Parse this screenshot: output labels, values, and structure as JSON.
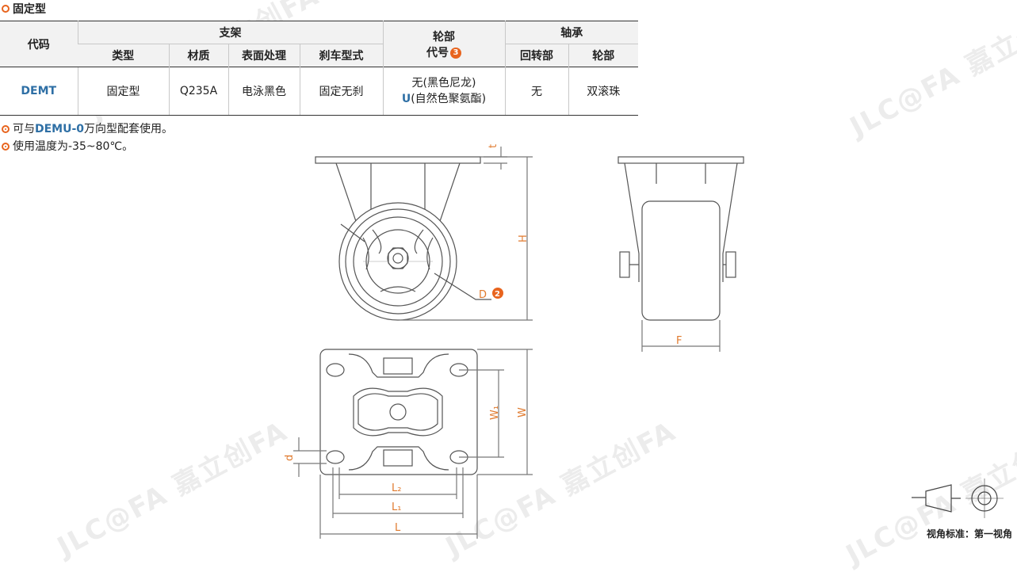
{
  "section_title": "固定型",
  "table": {
    "headers": {
      "code": "代码",
      "bracket": "支架",
      "wheel_code_line1": "轮部",
      "wheel_code_line2": "代号",
      "wheel_code_badge": "3",
      "bearing": "轴承",
      "type": "类型",
      "material": "材质",
      "surface": "表面处理",
      "brake": "刹车型式",
      "rotate_part": "回转部",
      "wheel_part": "轮部"
    },
    "row": {
      "code": "DEMT",
      "type": "固定型",
      "material": "Q235A",
      "surface": "电泳黑色",
      "brake": "固定无刹",
      "wheel_line1": "无(黑色尼龙)",
      "wheel_line2_code": "U",
      "wheel_line2_text": "(自然色聚氨酯)",
      "rotate_part": "无",
      "wheel_part": "双滚珠"
    }
  },
  "notes": {
    "n1_pre": "可与",
    "n1_code": "DEMU-0",
    "n1_post": "万向型配套使用。",
    "n2": "使用温度为-35~80℃。"
  },
  "drawing": {
    "t": "t",
    "H": "H",
    "D": "D",
    "D_badge": "2",
    "F": "F",
    "W1": "W₁",
    "W": "W",
    "d": "d",
    "L2": "L₂",
    "L1": "L₁",
    "L": "L"
  },
  "view_standard": "视角标准：第一视角",
  "colors": {
    "accent": "#e8641e",
    "code_blue": "#2e6fa5",
    "dim_orange": "#e07a2e"
  }
}
